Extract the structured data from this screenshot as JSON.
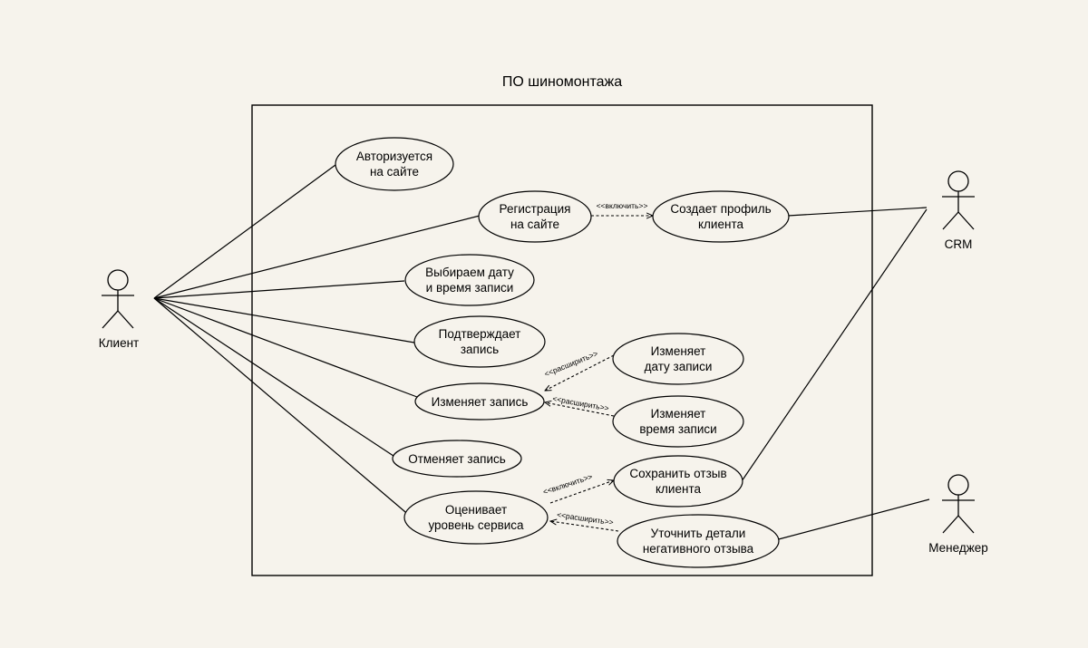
{
  "diagram": {
    "system_title": "ПО шиномонтажа",
    "actors": [
      {
        "id": "client",
        "label": "Клиент"
      },
      {
        "id": "crm",
        "label": "CRM"
      },
      {
        "id": "manager",
        "label": "Менеджер"
      }
    ],
    "use_cases": [
      {
        "id": "auth",
        "lines": [
          "Авторизуется",
          "на сайте"
        ]
      },
      {
        "id": "register",
        "lines": [
          "Регистрация",
          "на сайте"
        ]
      },
      {
        "id": "profile",
        "lines": [
          "Создает профиль",
          "клиента"
        ]
      },
      {
        "id": "choose",
        "lines": [
          "Выбираем дату",
          "и время записи"
        ]
      },
      {
        "id": "confirm",
        "lines": [
          "Подтверждает",
          "запись"
        ]
      },
      {
        "id": "change",
        "lines": [
          "Изменяет запись"
        ]
      },
      {
        "id": "change_date",
        "lines": [
          "Изменяет",
          "дату записи"
        ]
      },
      {
        "id": "change_time",
        "lines": [
          "Изменяет",
          "время записи"
        ]
      },
      {
        "id": "cancel",
        "lines": [
          "Отменяет запись"
        ]
      },
      {
        "id": "rate",
        "lines": [
          "Оценивает",
          "уровень сервиса"
        ]
      },
      {
        "id": "save_review",
        "lines": [
          "Сохранить отзыв",
          "клиента"
        ]
      },
      {
        "id": "clarify",
        "lines": [
          "Уточнить детали",
          "негативного отзыва"
        ]
      }
    ],
    "associations": [
      {
        "from": "client",
        "to": "auth"
      },
      {
        "from": "client",
        "to": "register"
      },
      {
        "from": "client",
        "to": "choose"
      },
      {
        "from": "client",
        "to": "confirm"
      },
      {
        "from": "client",
        "to": "change"
      },
      {
        "from": "client",
        "to": "cancel"
      },
      {
        "from": "client",
        "to": "rate"
      },
      {
        "from": "crm",
        "to": "profile"
      },
      {
        "from": "crm",
        "to": "save_review"
      },
      {
        "from": "manager",
        "to": "clarify"
      }
    ],
    "relations": [
      {
        "from": "register",
        "to": "profile",
        "stereotype": "<<включить>>"
      },
      {
        "from": "change_date",
        "to": "change",
        "stereotype": "<<расширить>>"
      },
      {
        "from": "change_time",
        "to": "change",
        "stereotype": "<<расширить>>"
      },
      {
        "from": "rate",
        "to": "save_review",
        "stereotype": "<<включить>>"
      },
      {
        "from": "clarify",
        "to": "rate",
        "stereotype": "<<расширить>>"
      }
    ]
  }
}
